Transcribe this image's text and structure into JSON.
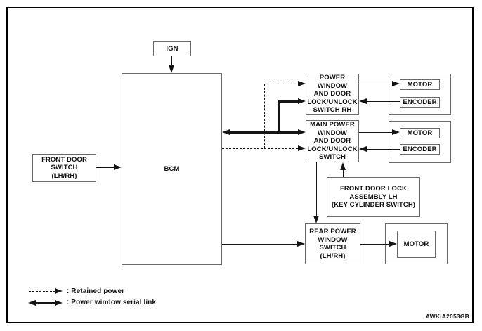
{
  "diagram": {
    "title_semantics": "Power window system block diagram",
    "nodes": {
      "ign": {
        "label": "IGN"
      },
      "bcm": {
        "label": "BCM"
      },
      "front_door_switch": {
        "label": "FRONT DOOR\nSWITCH\n(LH/RH)"
      },
      "pw_switch_rh": {
        "label": "POWER\nWINDOW\nAND DOOR\nLOCK/UNLOCK\nSWITCH RH"
      },
      "main_pw_switch": {
        "label": "MAIN POWER\nWINDOW\nAND DOOR\nLOCK/UNLOCK\nSWITCH"
      },
      "motor_rh": {
        "label": "MOTOR"
      },
      "encoder_rh": {
        "label": "ENCODER"
      },
      "motor_main": {
        "label": "MOTOR"
      },
      "encoder_main": {
        "label": "ENCODER"
      },
      "front_door_lock": {
        "label": "FRONT DOOR LOCK\nASSEMBLY LH\n(KEY CYLINDER SWITCH)"
      },
      "rear_pw_switch": {
        "label": "REAR POWER\nWINDOW\nSWITCH\n(LH/RH)"
      },
      "motor_rear": {
        "label": "MOTOR"
      }
    },
    "legend": [
      {
        "symbol": "dashed-arrow",
        "label": ": Retained power"
      },
      {
        "symbol": "thick-double-arrow",
        "label": ": Power window serial link"
      }
    ],
    "figure_code": "AWKIA2053GB",
    "colors": {
      "line": "#141414",
      "box_border": "#6a6a6a",
      "frame_border": "#000000",
      "background": "#ffffff",
      "text": "#111111"
    }
  }
}
